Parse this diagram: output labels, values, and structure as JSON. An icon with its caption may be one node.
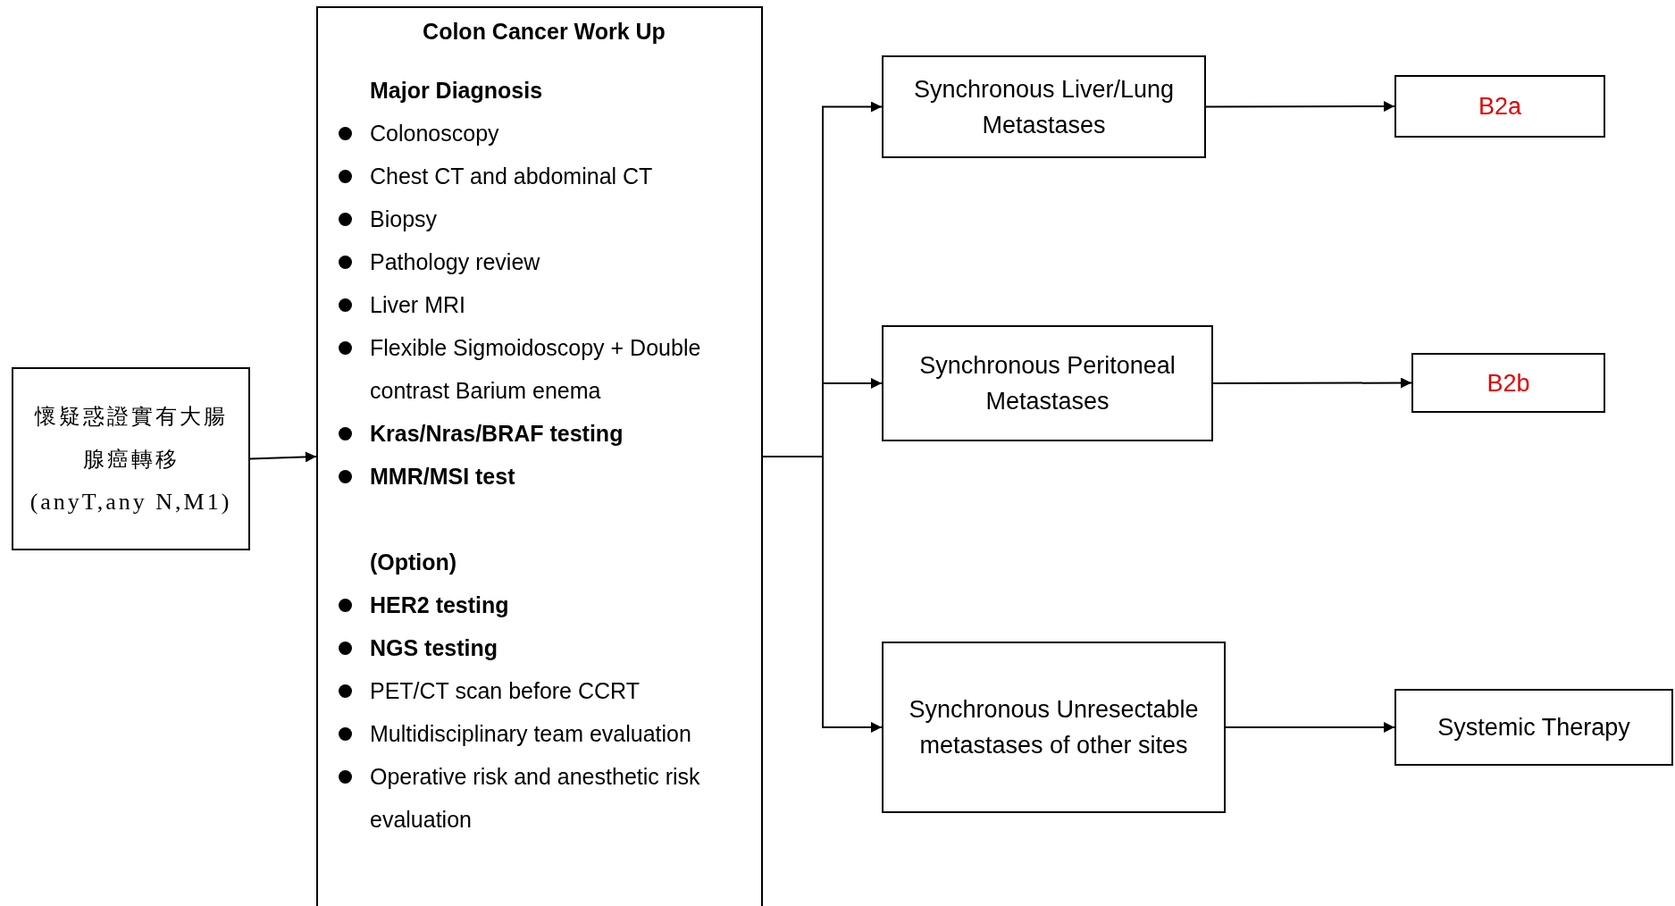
{
  "diagram": {
    "nodes": [
      {
        "text": [
          "懷疑惑證實有大腸腺癌轉移",
          "(anyT,any N,M1)"
        ]
      },
      {
        "text": [
          "Colon Cancer Work Up",
          "**Major Diagnosis**",
          "Colonoscopy",
          "Chest CT and abdominal CT",
          "Biopsy",
          "Pathology review",
          "Liver MRI",
          "Flexible Sigmoidoscopy + Double contrast Barium enema",
          "**Kras/Nras/BRAF testing**",
          "**MMR/MSI test**",
          "**(Option)**",
          "**HER2 testing**",
          "**NGS testing**",
          "PET/CT scan before CCRT",
          "Multidisciplinary team evaluation",
          "Operative risk and anesthetic risk evaluation"
        ]
      },
      {
        "text": [
          "Synchronous Liver/Lung Metastases"
        ]
      },
      {
        "text": [
          "B2a"
        ]
      },
      {
        "text": [
          "Synchronous Peritoneal Metastases"
        ]
      },
      {
        "text": [
          "B2b"
        ]
      },
      {
        "text": [
          "Synchronous Unresectable metastases of other sites"
        ]
      },
      {
        "text": [
          "Systemic Therapy"
        ]
      }
    ],
    "edges": [
      {
        "from": 0,
        "to": 1,
        "arrow": "to"
      },
      {
        "from": 1,
        "to": 2,
        "arrow": "to"
      },
      {
        "from": 1,
        "to": 4,
        "arrow": "to"
      },
      {
        "from": 1,
        "to": 6,
        "arrow": "to"
      },
      {
        "from": 2,
        "to": 3,
        "arrow": "to"
      },
      {
        "from": 4,
        "to": 5,
        "arrow": "to"
      },
      {
        "from": 6,
        "to": 7,
        "arrow": "to"
      }
    ]
  }
}
